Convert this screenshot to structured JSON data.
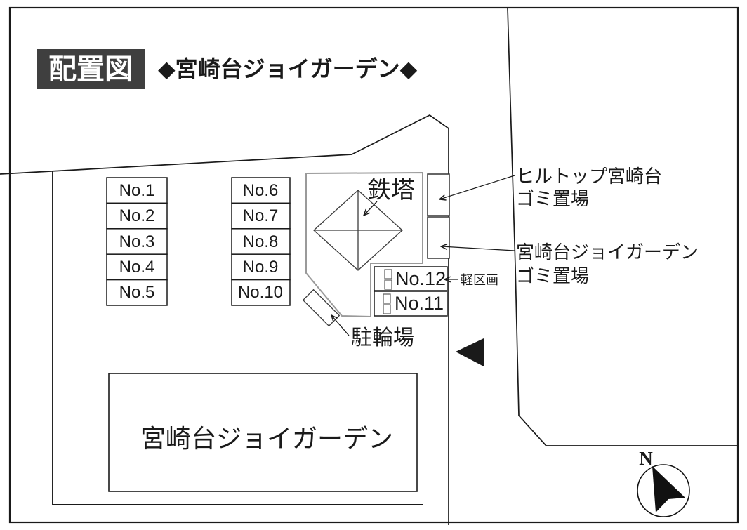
{
  "title": {
    "badge": "配置図",
    "heading": "◆宮崎台ジョイガーデン◆"
  },
  "colors": {
    "badge_bg": "#3f3f3f",
    "badge_text": "#ffffff",
    "line": "#1a1a1a",
    "boundary_gray": "#9a9a9a",
    "fill_white": "#ffffff"
  },
  "parking": {
    "left_column": [
      "No.1",
      "No.2",
      "No.3",
      "No.4",
      "No.5"
    ],
    "right_column": [
      "No.6",
      "No.7",
      "No.8",
      "No.9",
      "No.10"
    ],
    "kei_spaces": [
      "No.12",
      "No.11"
    ],
    "kei_label": "軽区画"
  },
  "landmarks": {
    "tower": "鉄塔",
    "bicycle_parking": "駐輪場",
    "building": "宮崎台ジョイガーデン",
    "garbage_hilltop": [
      "ヒルトップ宮崎台",
      "ゴミ置場"
    ],
    "garbage_joygarden": [
      "宮崎台ジョイガーデン",
      "ゴミ置場"
    ],
    "compass_north": "N"
  }
}
